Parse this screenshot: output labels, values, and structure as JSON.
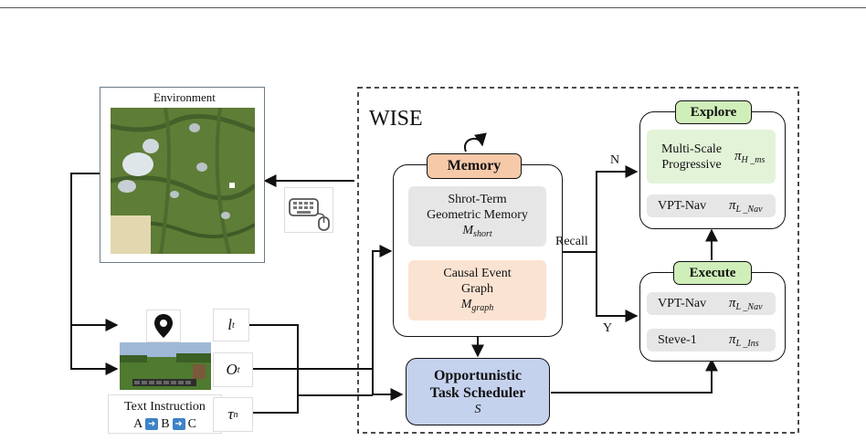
{
  "environment": {
    "label": "Environment"
  },
  "wise": {
    "title": "WISE"
  },
  "memory": {
    "label": "Memory",
    "short_term": {
      "line1": "Shrot-Term",
      "line2": "Geometric Memory",
      "symbol": "M",
      "sub": "short"
    },
    "causal": {
      "line1": "Causal Event",
      "line2": "Graph",
      "symbol": "M",
      "sub": "graph"
    }
  },
  "scheduler": {
    "line1": "Opportunistic",
    "line2": "Task Scheduler",
    "symbol": "S"
  },
  "explore": {
    "label": "Explore",
    "ms": {
      "line1": "Multi-Scale",
      "line2": "Progressive",
      "pi": "π",
      "sub": "H _ms"
    },
    "nav": {
      "name": "VPT-Nav",
      "pi": "π",
      "sub": "L _Nav"
    }
  },
  "execute": {
    "label": "Execute",
    "nav": {
      "name": "VPT-Nav",
      "pi": "π",
      "sub": "L _Nav"
    },
    "steve": {
      "name": "Steve-1",
      "pi": "π",
      "sub": "L _Ins"
    }
  },
  "edges": {
    "recall": "Recall",
    "n": "N",
    "y": "Y"
  },
  "inputs": {
    "l": {
      "sym": "l",
      "sub": "t"
    },
    "o": {
      "sym": "O",
      "sub": "t"
    },
    "tau": {
      "sym": "τ",
      "sub": "n"
    }
  },
  "text_instruction": {
    "title": "Text Instruction",
    "a": "A",
    "b": "B",
    "c": "C"
  },
  "colors": {
    "memory_header": "#f6c9a8",
    "memory_short": "#e6e6e6",
    "memory_causal": "#fbe3d2",
    "scheduler": "#c5d2ee",
    "explore_header": "#cfeeb9",
    "explore_ms": "#e3f3d8",
    "sub_gray": "#e6e6e6",
    "arrow_chip": "#3e82c7",
    "grass": "#5e7d36"
  },
  "icons": [
    "keyboard-mouse-icon",
    "location-pin-icon",
    "arrow-right-icon"
  ]
}
